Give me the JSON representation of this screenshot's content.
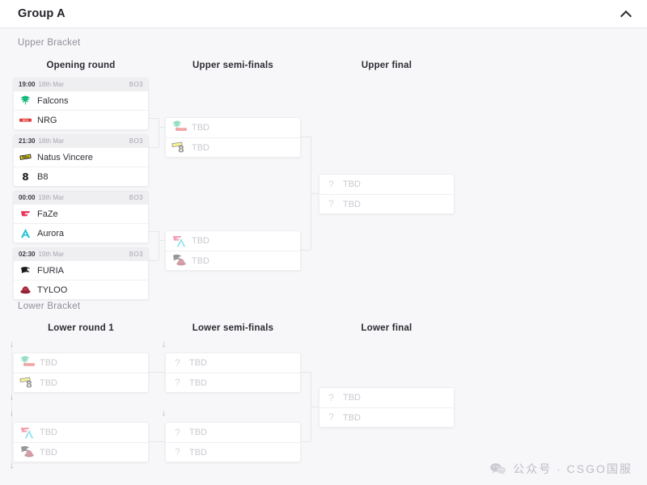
{
  "header": {
    "title": "Group A",
    "collapse_icon": "chevron-up-icon"
  },
  "brackets": {
    "upper_label": "Upper Bracket",
    "lower_label": "Lower Bracket"
  },
  "rounds": {
    "upper": [
      "Opening round",
      "Upper semi-finals",
      "Upper final"
    ],
    "lower": [
      "Lower round 1",
      "Lower semi-finals",
      "Lower final"
    ]
  },
  "placeholder": "TBD",
  "upper_opening": [
    {
      "time": "19:00",
      "date": "18th Mar",
      "format": "BO3",
      "teams": [
        {
          "name": "Falcons",
          "logo": "falcons-logo",
          "color": "#15b87a"
        },
        {
          "name": "NRG",
          "logo": "nrg-logo",
          "color": "#e23b3b"
        }
      ]
    },
    {
      "time": "21:30",
      "date": "18th Mar",
      "format": "BO3",
      "teams": [
        {
          "name": "Natus Vincere",
          "logo": "navi-logo",
          "color": "#ece11f"
        },
        {
          "name": "B8",
          "logo": "b8-logo",
          "color": "#1d1d1f"
        }
      ]
    },
    {
      "time": "00:00",
      "date": "19th Mar",
      "format": "BO3",
      "teams": [
        {
          "name": "FaZe",
          "logo": "faze-logo",
          "color": "#e8305a"
        },
        {
          "name": "Aurora",
          "logo": "aurora-logo",
          "color": "#23c3d6"
        }
      ]
    },
    {
      "time": "02:30",
      "date": "19th Mar",
      "format": "BO3",
      "teams": [
        {
          "name": "FURIA",
          "logo": "furia-logo",
          "color": "#1b1b1f"
        },
        {
          "name": "TYLOO",
          "logo": "tyloo-logo",
          "color": "#8e2230"
        }
      ]
    }
  ],
  "upper_semis": [
    {
      "slots": [
        {
          "name": "TBD",
          "ghost": [
            "falcons-logo",
            "nrg-logo"
          ]
        },
        {
          "name": "TBD",
          "ghost": [
            "navi-logo",
            "b8-logo"
          ]
        }
      ]
    },
    {
      "slots": [
        {
          "name": "TBD",
          "ghost": [
            "faze-logo",
            "aurora-logo"
          ]
        },
        {
          "name": "TBD",
          "ghost": [
            "furia-logo",
            "tyloo-logo"
          ]
        }
      ]
    }
  ],
  "upper_final": {
    "slots": [
      {
        "name": "TBD",
        "icon": "question-mark-icon"
      },
      {
        "name": "TBD",
        "icon": "question-mark-icon"
      }
    ]
  },
  "lower_round1": [
    {
      "slots": [
        {
          "name": "TBD",
          "ghost": [
            "falcons-logo",
            "nrg-logo"
          ]
        },
        {
          "name": "TBD",
          "ghost": [
            "navi-logo",
            "b8-logo"
          ]
        }
      ]
    },
    {
      "slots": [
        {
          "name": "TBD",
          "ghost": [
            "faze-logo",
            "aurora-logo"
          ]
        },
        {
          "name": "TBD",
          "ghost": [
            "furia-logo",
            "tyloo-logo"
          ]
        }
      ]
    }
  ],
  "lower_semis": [
    {
      "slots": [
        {
          "name": "TBD",
          "icon": "question-mark-icon"
        },
        {
          "name": "TBD",
          "icon": "question-mark-icon"
        }
      ]
    },
    {
      "slots": [
        {
          "name": "TBD",
          "icon": "question-mark-icon"
        },
        {
          "name": "TBD",
          "icon": "question-mark-icon"
        }
      ]
    }
  ],
  "lower_final": {
    "slots": [
      {
        "name": "TBD",
        "icon": "question-mark-icon"
      },
      {
        "name": "TBD",
        "icon": "question-mark-icon"
      }
    ]
  },
  "drop_arrow_glyph": "↓",
  "question_glyph": "?",
  "watermark": {
    "icon": "wechat-icon",
    "text": "公众号 · CSGO国服"
  },
  "colors": {
    "page_bg": "#f7f7f9",
    "card_bg": "#ffffff",
    "card_border": "#ececed",
    "head_bg": "#efeff1",
    "muted": "#9a9aa4",
    "tbd": "#c9c9d1",
    "connector": "#e6e6ea"
  }
}
